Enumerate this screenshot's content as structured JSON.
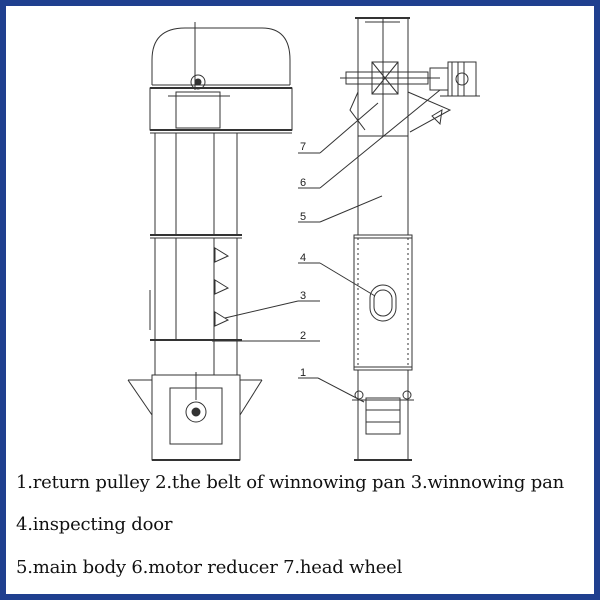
{
  "callouts": [
    {
      "number": "7",
      "name": "head wheel"
    },
    {
      "number": "6",
      "name": "motor reducer"
    },
    {
      "number": "5",
      "name": "main body"
    },
    {
      "number": "4",
      "name": "inspecting door"
    },
    {
      "number": "3",
      "name": "winnowing pan"
    },
    {
      "number": "2",
      "name": "the belt of winnowing pan"
    },
    {
      "number": "1",
      "name": "return pulley"
    }
  ],
  "legend": {
    "line1": "1.return pulley 2.the belt of winnowing pan 3.winnowing pan",
    "line2": "4.inspecting door",
    "line3": "5.main body 6.motor reducer 7.head wheel"
  },
  "colors": {
    "border": "#1f3f8f",
    "line": "#333333"
  }
}
